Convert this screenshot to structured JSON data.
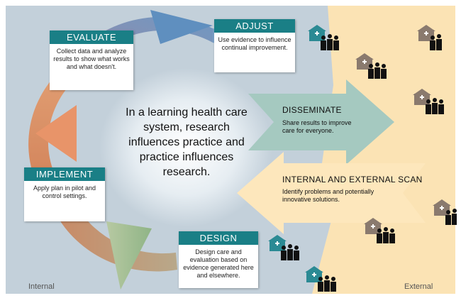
{
  "center_text": "In a learning health care system, research influences practice and practice influences research.",
  "evaluate": {
    "title": "EVALUATE",
    "body": "Collect data and analyze results to show what works and what doesn't."
  },
  "adjust": {
    "title": "ADJUST",
    "body": "Use evidence to influence continual improvement."
  },
  "implement": {
    "title": "IMPLEMENT",
    "body": "Apply plan in pilot and control settings."
  },
  "design": {
    "title": "DESIGN",
    "body": "Design care and evaluation based on evidence generated here and elsewhere."
  },
  "disseminate": {
    "title": "DISSEMINATE",
    "body": "Share results to improve care for everyone."
  },
  "scan": {
    "title": "INTERNAL AND EXTERNAL SCAN",
    "body": "Identify problems and potentially innovative solutions."
  },
  "labels": {
    "internal": "Internal",
    "external": "External"
  },
  "colors": {
    "teal": "#1a7f86",
    "slate_background": "#c3d0da",
    "external_background": "#fbe3b4",
    "disseminate_arrow": "#a5c9c0",
    "scan_arrow": "#fde7bc"
  },
  "icons": [
    "clinic-building-icon",
    "care-team-people-icon"
  ]
}
